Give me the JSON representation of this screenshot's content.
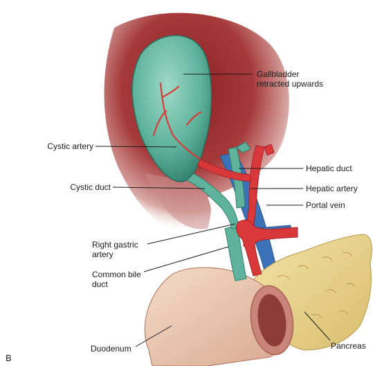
{
  "figure": {
    "panel_letter": "B",
    "labels": {
      "gallbladder_line1": "Gallbladder",
      "gallbladder_line2": "retracted upwards",
      "cystic_artery": "Cystic artery",
      "hepatic_duct": "Hepatic duct",
      "cystic_duct": "Cystic duct",
      "hepatic_artery": "Hepatic artery",
      "portal_vein": "Portal vein",
      "right_gastric_line1": "Right gastric",
      "right_gastric_line2": "artery",
      "common_bile_line1": "Common bile",
      "common_bile_line2": "duct",
      "duodenum": "Duodenum",
      "pancreas": "Pancreas"
    }
  }
}
